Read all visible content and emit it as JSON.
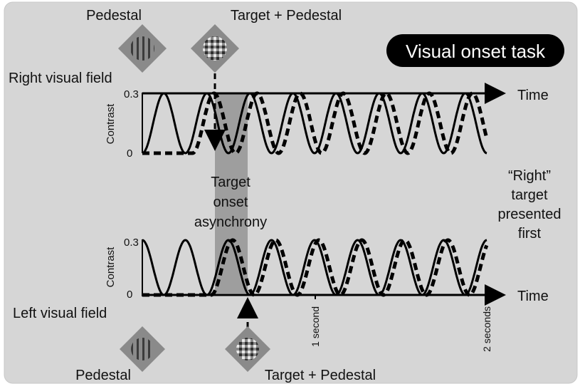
{
  "title_badge": "Visual onset task",
  "top_panel": {
    "field_label": "Right visual field",
    "pedestal_label": "Pedestal",
    "target_label": "Target + Pedestal",
    "y_axis_label": "Contrast",
    "y_ticks": [
      "0.3",
      "0"
    ],
    "x_axis_label": "Time"
  },
  "bottom_panel": {
    "field_label": "Left visual field",
    "pedestal_label": "Pedestal",
    "target_label": "Target + Pedestal",
    "y_axis_label": "Contrast",
    "y_ticks": [
      "0.3",
      "0"
    ],
    "x_axis_label": "Time",
    "x_ticks": [
      "1 second",
      "2 seconds"
    ]
  },
  "asynchrony_label": [
    "Target",
    "onset",
    "asynchrony"
  ],
  "right_note": [
    "“Right”",
    "target",
    "presented",
    "first"
  ],
  "colors": {
    "background_panel": "#d6d6d6",
    "highlight_band": "#9e9e9e",
    "badge_bg": "#000000",
    "badge_text": "#ffffff",
    "curve": "#000000"
  },
  "waves": {
    "amplitude_max": 0.3,
    "period_seconds": 0.25,
    "pedestal_solid": true,
    "target_dashed": true,
    "right_field_target_onset_seconds": 0.25,
    "left_field_target_onset_seconds": 0.375
  }
}
